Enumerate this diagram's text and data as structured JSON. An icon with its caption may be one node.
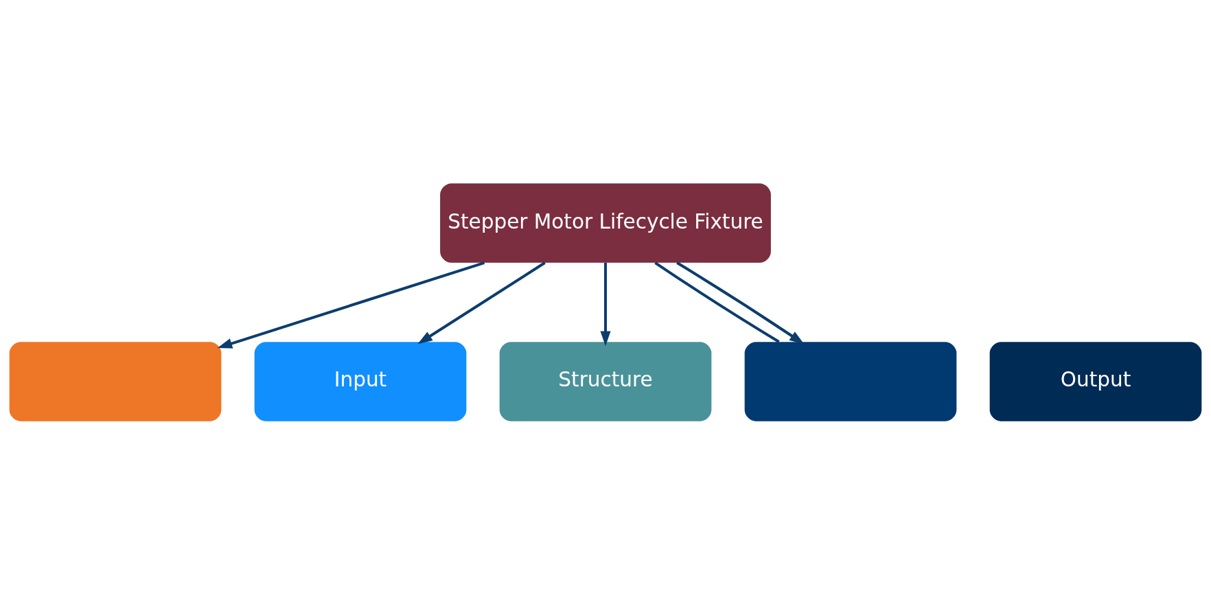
{
  "diagram": {
    "nodes": [
      {
        "text": [
          "Stepper Motor Lifecycle Fixture"
        ]
      },
      {
        "text": [],
        "shape": "box"
      },
      {
        "text": [
          "Input"
        ]
      },
      {
        "text": [
          "Structure"
        ]
      },
      {
        "text": [],
        "shape": "box"
      },
      {
        "text": [
          "Output"
        ]
      }
    ],
    "edges": [
      {
        "from": 0,
        "to": 1,
        "arrow": "to"
      },
      {
        "from": 0,
        "to": 2,
        "arrow": "to"
      },
      {
        "from": 0,
        "to": 3,
        "arrow": "to"
      },
      {
        "from": 0,
        "to": 4,
        "arrow": "none"
      },
      {
        "from": 0,
        "to": 4,
        "arrow": "to"
      }
    ]
  }
}
